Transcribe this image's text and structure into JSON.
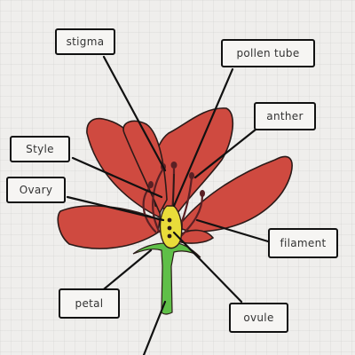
{
  "diagram": {
    "labels": {
      "stigma": "stigma",
      "pollen_tube": "pollen tube",
      "anther": "anther",
      "style": "Style",
      "ovary": "Ovary",
      "filament": "filament",
      "petal": "petal",
      "ovule": "ovule"
    },
    "colors": {
      "petal": "#cf4a40",
      "petal_outline": "#2b1a18",
      "stem": "#5fbf48",
      "ovary": "#e9dc3a",
      "stamen": "#5a2024",
      "leader_line": "#111111",
      "box_border": "#111111"
    }
  }
}
